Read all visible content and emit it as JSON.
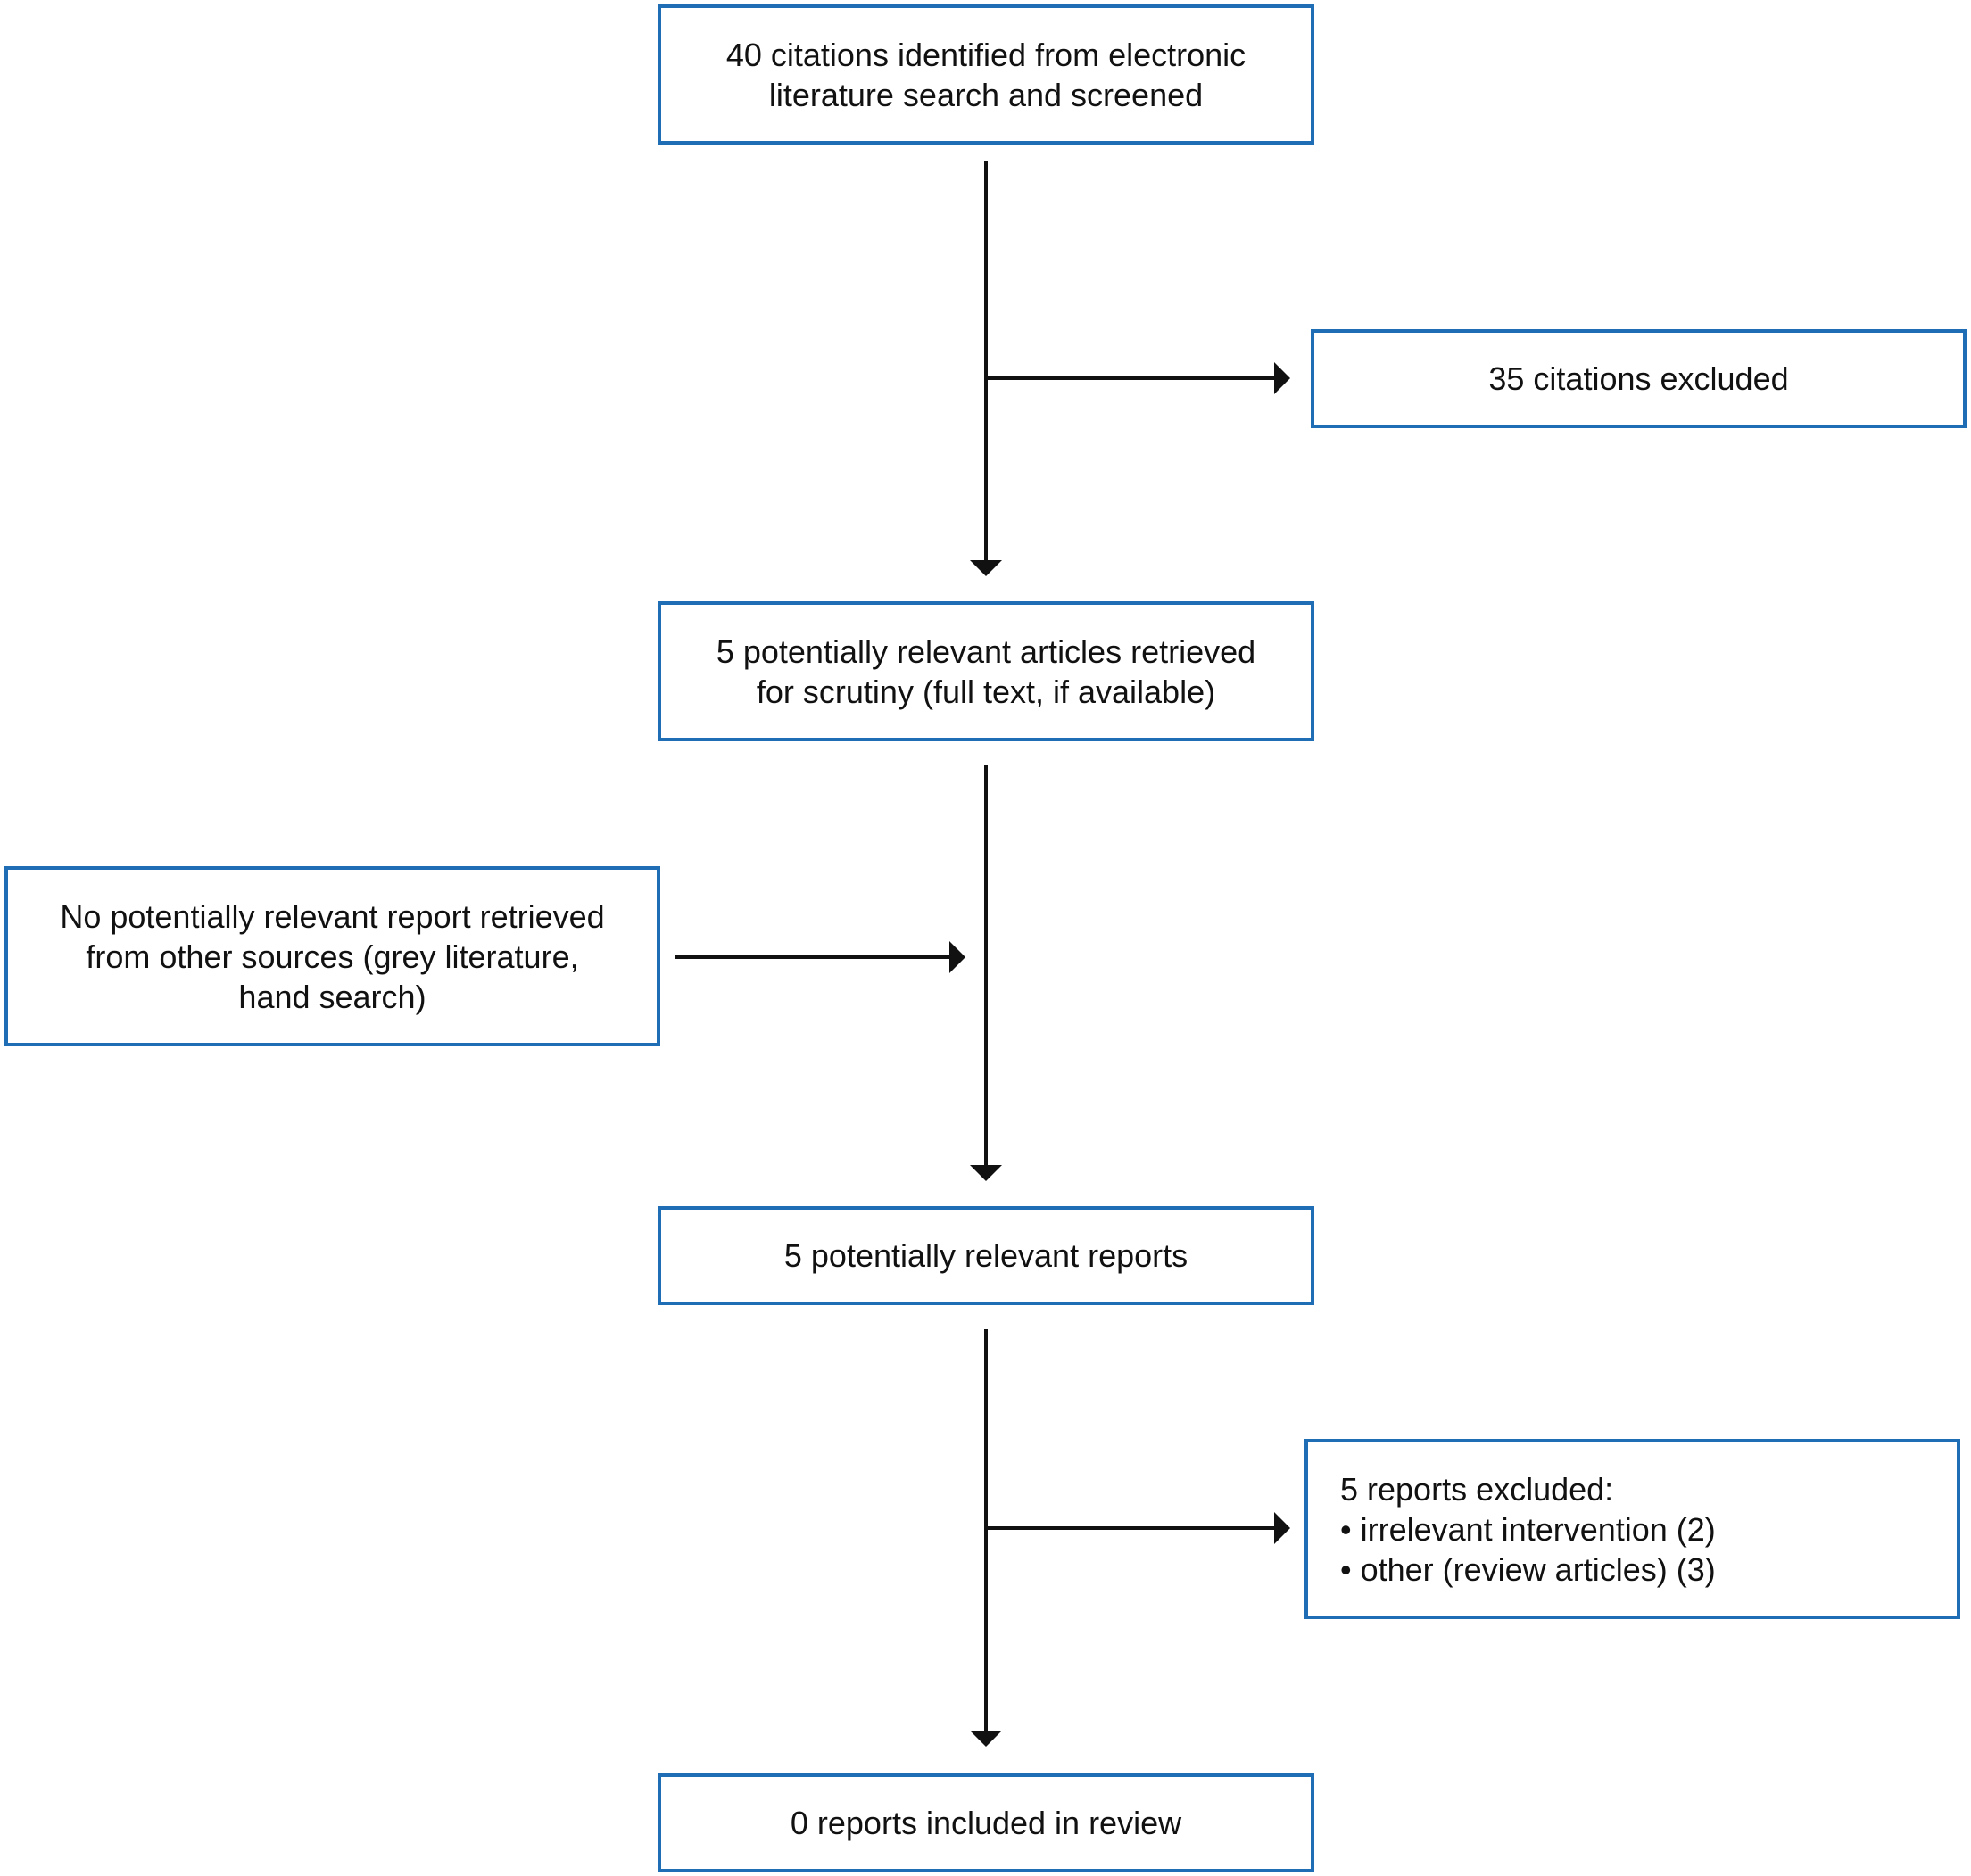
{
  "boxes": {
    "identified": {
      "lines": [
        "40 citations identified from electronic",
        "literature search and screened"
      ]
    },
    "citations_excluded": {
      "lines": [
        "35 citations excluded"
      ]
    },
    "retrieved": {
      "lines": [
        "5 potentially relevant articles retrieved",
        "for scrutiny (full text, if available)"
      ]
    },
    "other_sources": {
      "lines": [
        "No potentially relevant report retrieved",
        "from other sources (grey literature,",
        "hand search)"
      ]
    },
    "relevant_reports": {
      "lines": [
        "5 potentially relevant reports"
      ]
    },
    "reports_excluded": {
      "lines": [
        "5 reports excluded:",
        "• irrelevant intervention (2)",
        "• other (review articles) (3)"
      ]
    },
    "included": {
      "lines": [
        "0 reports included in review"
      ]
    }
  },
  "colors": {
    "box_border": "#1f6db4",
    "arrow": "#111111"
  }
}
